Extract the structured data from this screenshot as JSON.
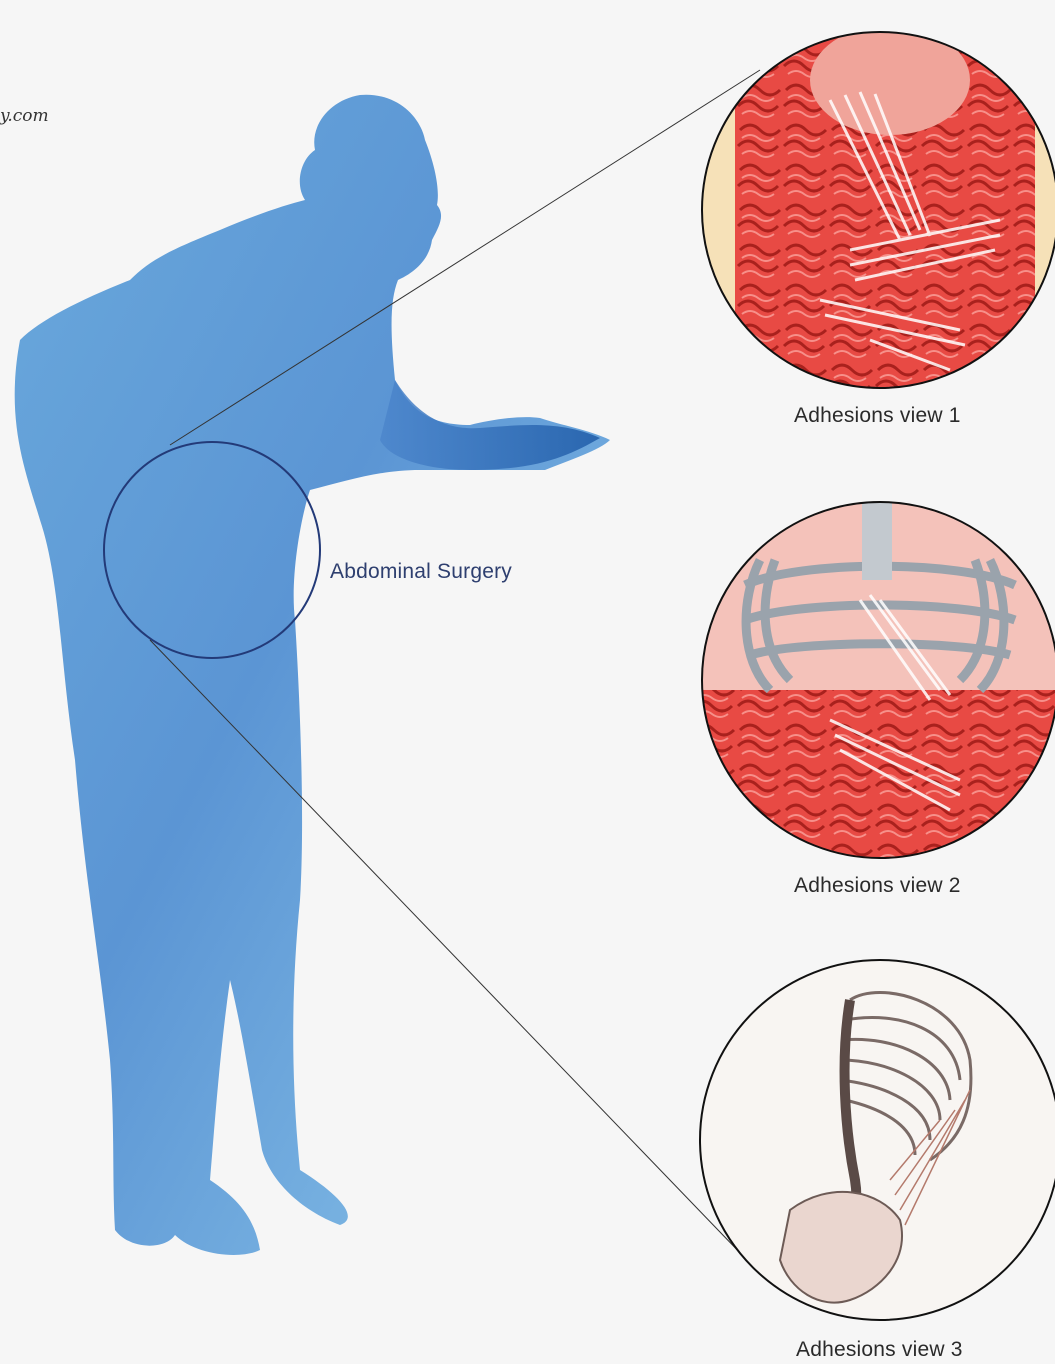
{
  "watermark": "y.com",
  "labels": {
    "abdominal": "Abdominal Surgery",
    "view1": "Adhesions view 1",
    "view2": "Adhesions view 2",
    "view3": "Adhesions view 3"
  },
  "colors": {
    "silhouette_top": "#2f78c4",
    "silhouette_bottom": "#8fc0e8",
    "circle_stroke": "#233a78",
    "intestine": "#e2453f",
    "adhesion": "#ffffff"
  }
}
